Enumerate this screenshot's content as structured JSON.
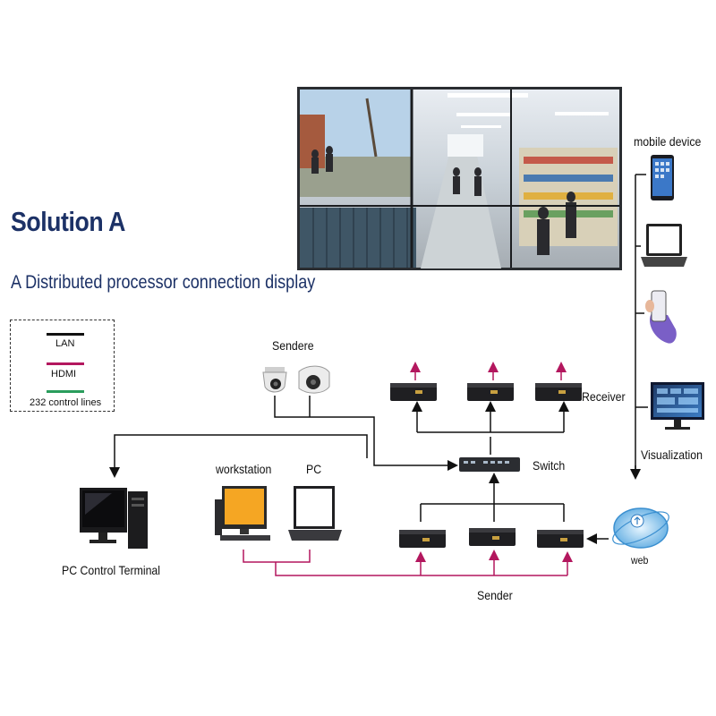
{
  "title": "Solution A",
  "subtitle": "A Distributed processor connection display",
  "legend": {
    "lan": "LAN",
    "hdmi": "HDMI",
    "control": "232 control lines",
    "colors": {
      "lan": "#111111",
      "hdmi": "#b3175e",
      "control": "#2a9d5c"
    }
  },
  "labels": {
    "sendere": "Sendere",
    "receiver": "Receiver",
    "switch": "Switch",
    "workstation": "workstation",
    "pc": "PC",
    "pc_control_terminal": "PC Control Terminal",
    "sender": "Sender",
    "web": "web",
    "mobile_device": "mobile device",
    "visualization": "Visualization"
  },
  "colors": {
    "line": "#111111",
    "hdmi": "#b3175e",
    "title": "#1c3166"
  }
}
